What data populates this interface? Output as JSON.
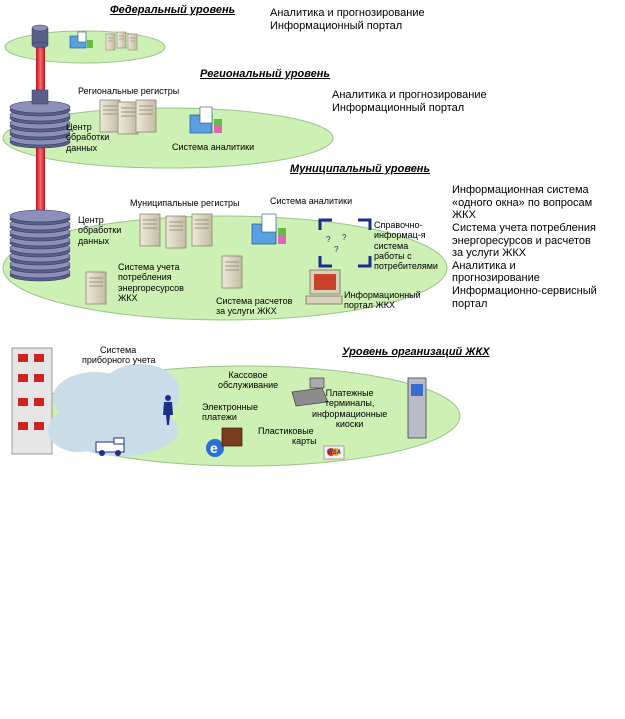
{
  "levels": {
    "federal": {
      "title": "Федеральный уровень",
      "desc": [
        "Аналитика и прогнозирование",
        "Информационный портал"
      ]
    },
    "regional": {
      "title": "Региональный уровень",
      "desc": [
        "Аналитика и прогнозирование",
        "Информационный портал"
      ],
      "registries": "Региональные регистры",
      "center": [
        "Центр",
        "обработки",
        "данных"
      ],
      "analytics": "Система аналитики"
    },
    "municipal": {
      "title": "Муниципальный уровень",
      "desc": [
        "Информационная система",
        "«одного окна» по вопросам",
        "ЖКХ",
        "Система учета потребления",
        "энергоресурсов и расчетов",
        "за услуги ЖКХ",
        "Аналитика и",
        "прогнозирование",
        "Информационно-сервисный",
        "портал"
      ],
      "registries": "Муниципальные регистры",
      "analytics": "Система аналитики",
      "center": [
        "Центр",
        "обработки",
        "данных"
      ],
      "reference": [
        "Справочно-",
        "информац-я",
        "система",
        "работы с",
        "потребителями"
      ],
      "consumption": [
        "Система учета",
        "потребления",
        "энергоресурсов",
        "ЖКХ"
      ],
      "payments_system": [
        "Система расчетов",
        "за услуги ЖКХ"
      ],
      "portal": [
        "Информационный",
        "портал ЖКХ"
      ]
    },
    "organizations": {
      "title": "Уровень организаций ЖКХ",
      "metering": [
        "Система",
        "приборного учета"
      ],
      "cashier": [
        "Кассовое",
        "обслуживание"
      ],
      "terminals": [
        "Платежные",
        "терминалы,",
        "информационные",
        "киоски"
      ],
      "epay": [
        "Электронные",
        "платежи"
      ],
      "cards": [
        "Пластиковые",
        "карты"
      ],
      "card_brand": "VISA"
    }
  },
  "colors": {
    "ellipse": "#cdf0b4",
    "ellipse_stroke": "#9ac48a",
    "tower": "#e8333a",
    "disk": "#5a5f8a",
    "disk_light": "#8c90b8",
    "server": "#ddd8c6",
    "server_dark": "#b9b29c",
    "cloud": "#c8dde8",
    "accent_blue": "#1e2d8c"
  }
}
